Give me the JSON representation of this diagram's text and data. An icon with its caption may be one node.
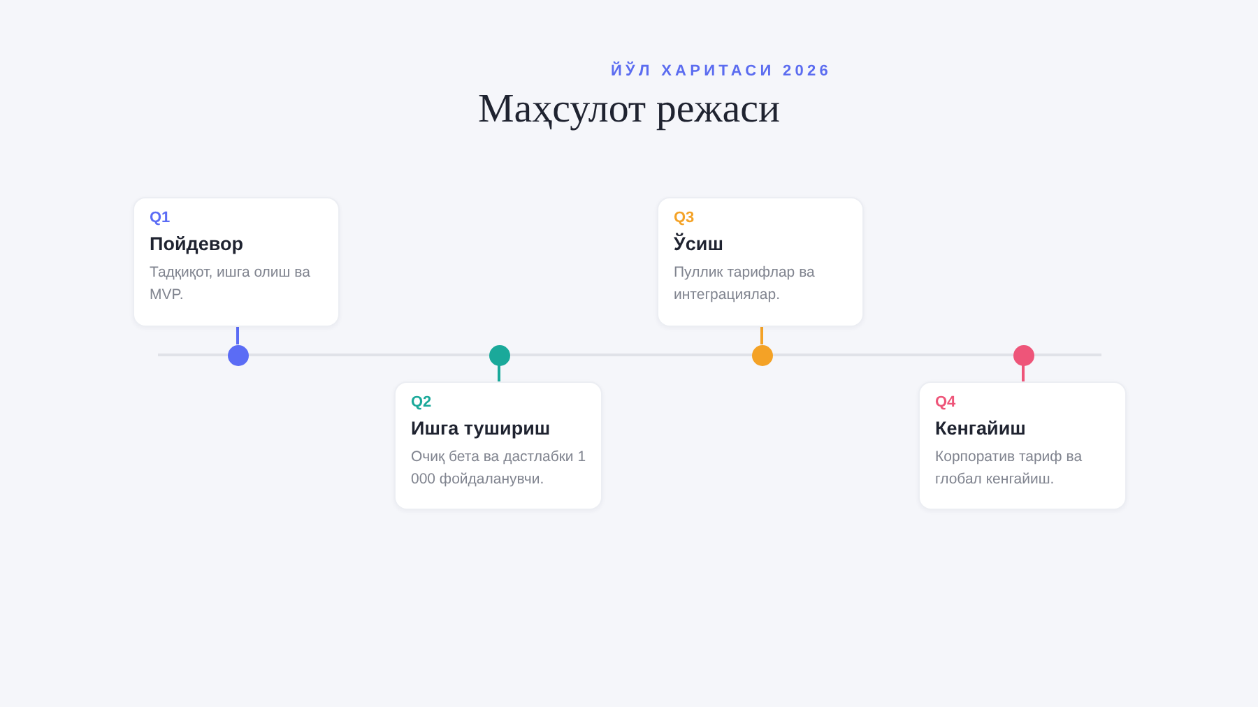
{
  "diagram": {
    "title": "Маҳсулот режаси",
    "labels": [
      "ЙЎЛ ХАРИТАСИ 2026"
    ],
    "nodes": [
      {
        "text": [
          "Q1",
          "Пойдевор",
          "Тадқиқот, ишга олиш ва MVP."
        ]
      },
      {
        "text": [
          "Q2",
          "Ишга тушириш",
          "Очиқ бета ва дастлабки 1 000 фойдаланувчи."
        ]
      },
      {
        "text": [
          "Q3",
          "Ўсиш",
          "Пуллик тарифлар ва интеграциялар."
        ]
      },
      {
        "text": [
          "Q4",
          "Кенгайиш",
          "Корпоратив тариф ва глобал кенгайиш."
        ]
      },
      {
        "text": [],
        "shape": "circle"
      },
      {
        "text": [],
        "shape": "circle"
      },
      {
        "text": [],
        "shape": "circle"
      },
      {
        "text": [],
        "shape": "circle"
      }
    ],
    "edges": [
      {
        "from": 0,
        "to": 4,
        "arrow": "none",
        "color": "#5b6cf5"
      },
      {
        "from": 5,
        "to": 1,
        "arrow": "none",
        "color": "#1aa99a"
      },
      {
        "from": 2,
        "to": 6,
        "arrow": "none",
        "color": "#f4a226"
      },
      {
        "from": 7,
        "to": 3,
        "arrow": "none",
        "color": "#ee5579"
      }
    ]
  }
}
